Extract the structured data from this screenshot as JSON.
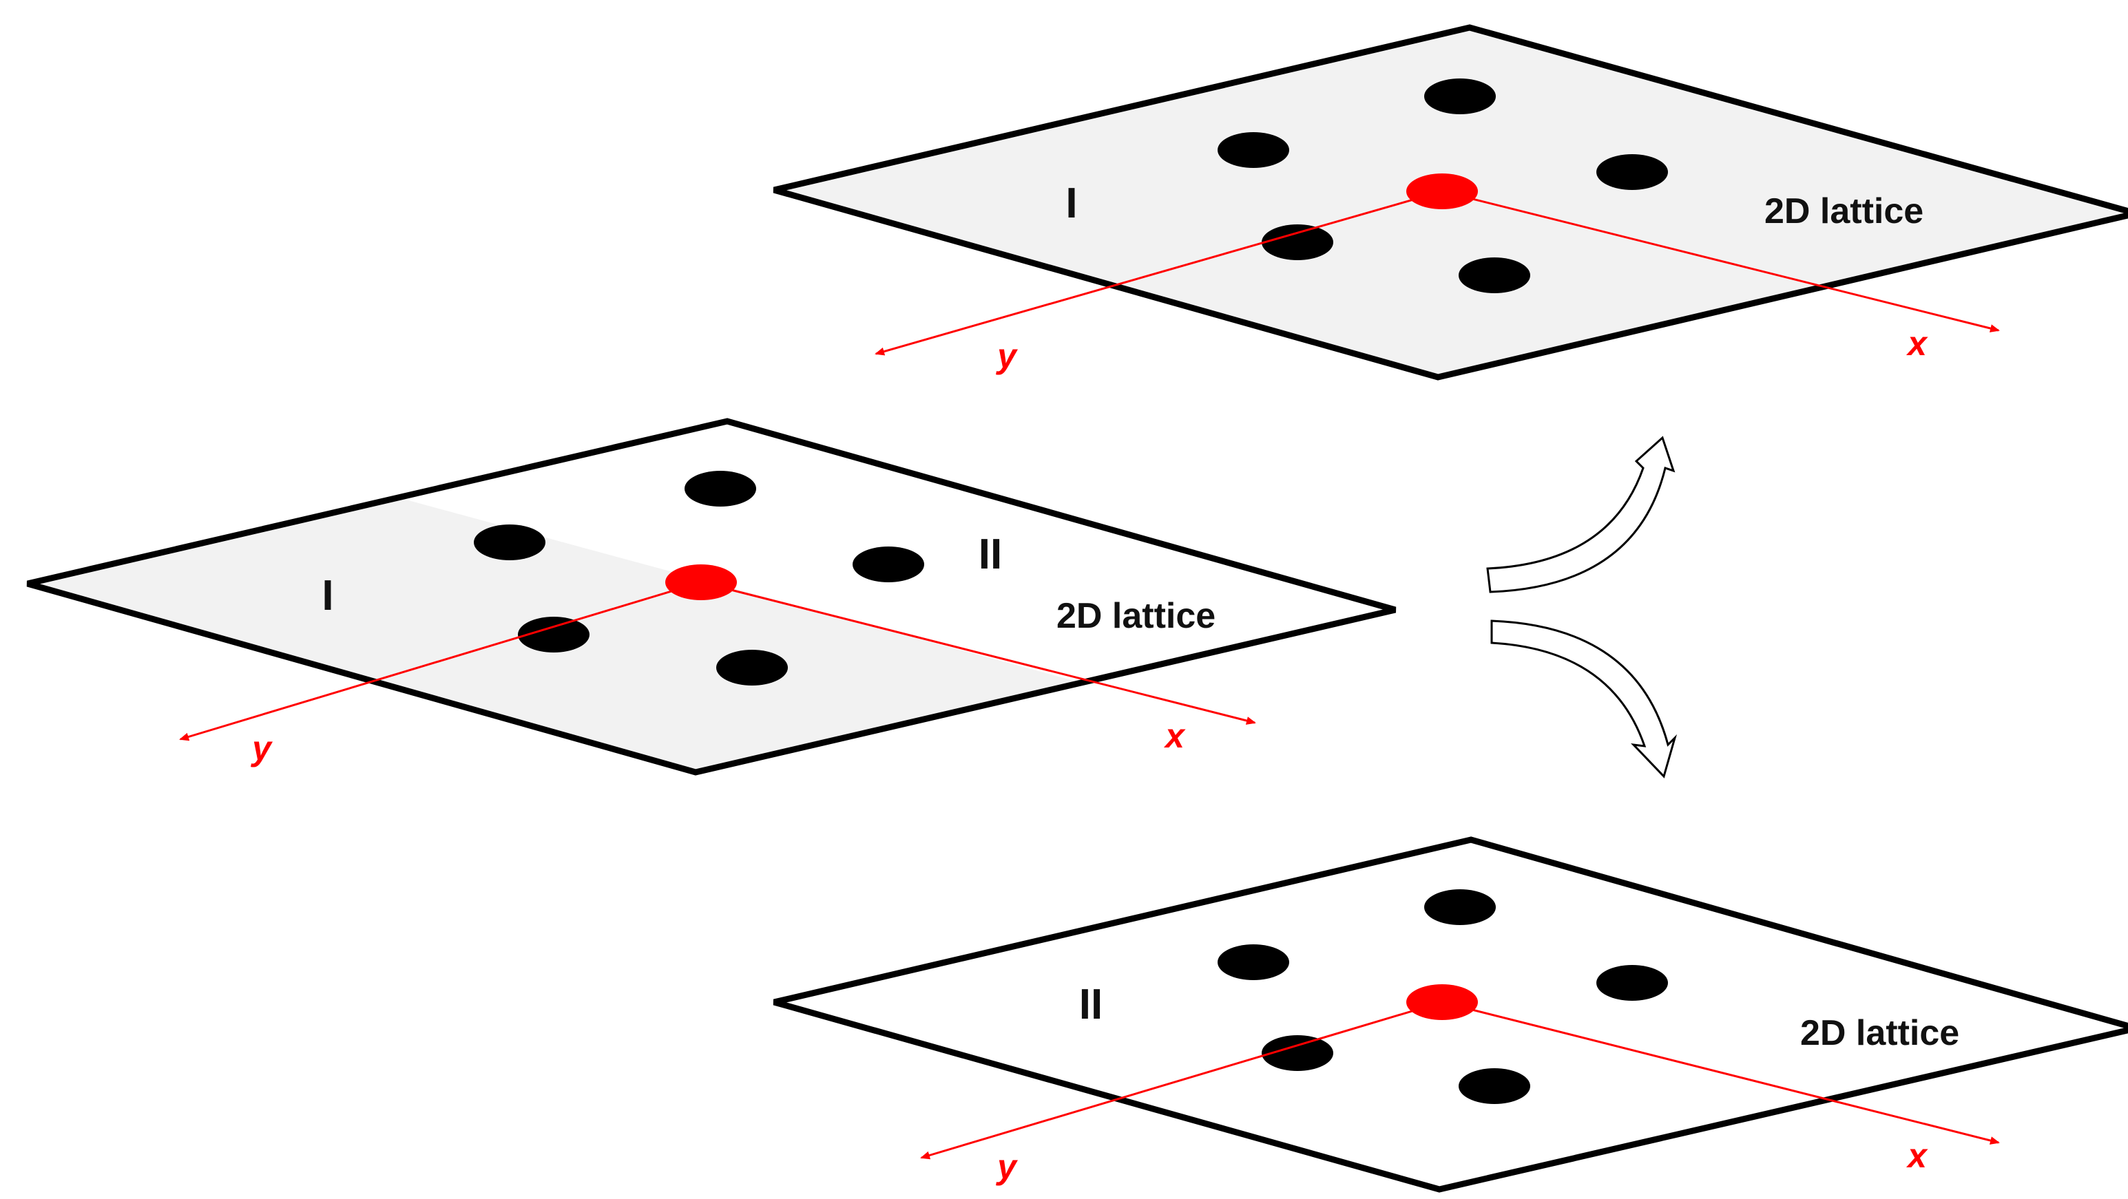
{
  "colors": {
    "outline": "#000000",
    "shaded": "#f2f2f2",
    "white": "#ffffff",
    "site": "#000000",
    "center": "#ff0000",
    "axis": "#ff0000"
  },
  "planes": [
    {
      "id": "left",
      "regions": [
        "I",
        "II"
      ],
      "label": "2D lattice",
      "axis_x": "x",
      "axis_y": "y"
    },
    {
      "id": "top-right",
      "regions": [
        "I"
      ],
      "label": "2D lattice",
      "axis_x": "x",
      "axis_y": "y"
    },
    {
      "id": "bottom-right",
      "regions": [
        "II"
      ],
      "label": "2D lattice",
      "axis_x": "x",
      "axis_y": "y"
    }
  ]
}
